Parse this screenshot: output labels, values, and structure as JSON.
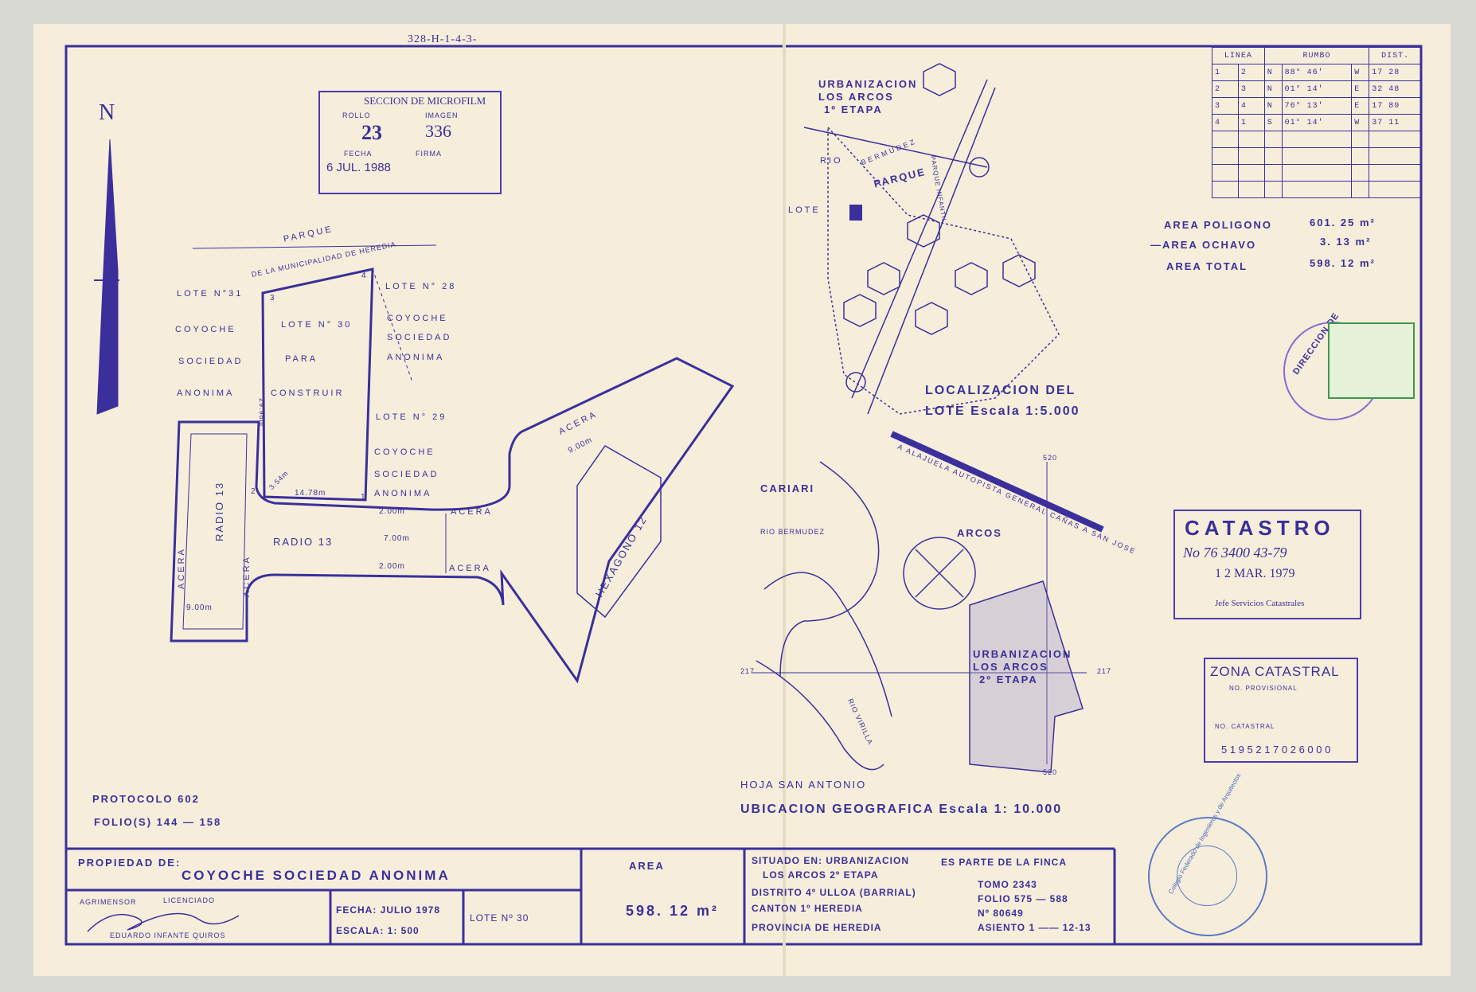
{
  "header_ref": "328-H-1-4-3-",
  "north": "N",
  "microfilm": {
    "title": "SECCION DE MICROFILM",
    "rollo_label": "ROLLO",
    "rollo": "23",
    "imagen_label": "IMAGEN",
    "imagen": "336",
    "fecha_label": "FECHA",
    "fecha": "6 JUL. 1988",
    "firma_label": "FIRMA"
  },
  "table": {
    "headers": [
      "LINEA",
      "RUMBO",
      "DIST."
    ],
    "rows": [
      [
        "1",
        "2",
        "N",
        "88° 46'",
        "W",
        "17 28"
      ],
      [
        "2",
        "3",
        "N",
        "01° 14'",
        "E",
        "32 48"
      ],
      [
        "3",
        "4",
        "N",
        "76° 13'",
        "E",
        "17 89"
      ],
      [
        "4",
        "1",
        "S",
        "01° 14'",
        "W",
        "37 11"
      ]
    ]
  },
  "areas": {
    "poligono_label": "AREA POLIGONO",
    "poligono": "601. 25 m²",
    "ochavo_label": "—AREA OCHAVO",
    "ochavo": "3. 13 m²",
    "total_label": "AREA TOTAL",
    "total": "598. 12 m²"
  },
  "plan": {
    "parque": "PARQUE",
    "municipalidad": "DE LA MUNICIPALIDAD DE HEREDIA",
    "lote31": "LOTE N°31",
    "coyoche": "COYOCHE",
    "sociedad": "SOCIEDAD",
    "anonima": "ANONIMA",
    "lote30": "LOTE N° 30",
    "para": "PARA",
    "construir": "CONSTRUIR",
    "lote28": "LOTE N° 28",
    "lote29": "LOTE N° 29",
    "dim_2998": "29.98m",
    "dim_354": "3.54m",
    "dim_1478": "14.78m",
    "radio13_a": "RADIO 13",
    "radio13_b": "RADIO 13",
    "acera": "ACERA",
    "dim_200": "2.00m",
    "dim_700": "7.00m",
    "dim_900": "9.00m",
    "dim_900b": "9.00m",
    "hexagono": "HEXAGONO 12",
    "pt1": "1",
    "pt2": "2",
    "pt3": "3",
    "pt4": "4"
  },
  "localizacion": {
    "urbanizacion": "URBANIZACION",
    "los_arcos": "LOS ARCOS",
    "etapa": "1º ETAPA",
    "rio": "RIO",
    "bermudez": "BERMUDEZ",
    "parque": "PARQUE",
    "infantil": "PARQUE INFANTIL",
    "lote": "LOTE",
    "title": "LOCALIZACION DEL",
    "title2": "LOTE Escala 1:5.000"
  },
  "ubicacion": {
    "cariari": "CARIARI",
    "rio_bermudez": "RIO BERMUDEZ",
    "arcos": "ARCOS",
    "autopista": "A ALAJUELA AUTOPISTA GENERAL CAÑAS A SAN JOSE",
    "urb": "URBANIZACION",
    "los_arcos": "LOS ARCOS",
    "etapa2": "2º ETAPA",
    "rio_virilla": "RIO VIRILLA",
    "hoja": "HOJA SAN ANTONIO",
    "title": "UBICACION GEOGRAFICA Escala 1: 10.000",
    "coord_520": "520",
    "coord_217": "217"
  },
  "catastro": {
    "title": "CATASTRO",
    "no": "No 76 3400 43-79",
    "fecha": "1 2 MAR. 1979",
    "jefe": "Jefe Servicios Catastrales"
  },
  "zona": {
    "title": "ZONA CATASTRAL",
    "provisional": "NO. PROVISIONAL",
    "catastral": "NO. CATASTRAL",
    "numero": "5 1 9 5 2 1 7 0 2 6 0 0 0"
  },
  "protocolo": {
    "protocolo": "PROTOCOLO 602",
    "folios": "FOLIO(S) 144 — 158"
  },
  "title_block": {
    "propiedad_label": "PROPIEDAD DE:",
    "propiedad": "COYOCHE SOCIEDAD ANONIMA",
    "agrimensor": "AGRIMENSOR",
    "licenciado": "LICENCIADO",
    "nombre": "EDUARDO INFANTE QUIROS",
    "fecha": "FECHA: JULIO 1978",
    "escala": "ESCALA: 1: 500",
    "lote": "LOTE Nº 30",
    "area_label": "AREA",
    "area": "598. 12 m²",
    "situado": "SITUADO EN: URBANIZACION",
    "situado2": "LOS ARCOS 2º ETAPA",
    "distrito": "DISTRITO 4º ULLOA (BARRIAL)",
    "canton": "CANTON 1º HEREDIA",
    "provincia": "PROVINCIA DE HEREDIA",
    "finca": "ES PARTE DE LA FINCA",
    "tomo": "TOMO 2343",
    "folio": "FOLIO 575 — 588",
    "numero": "Nº 80649",
    "asiento": "ASIENTO 1 —— 12-13"
  },
  "colegio_seal": "Colegio Federado de Ingenieros y de Arquitectos",
  "direccion_seal": "DIRECCION DE"
}
